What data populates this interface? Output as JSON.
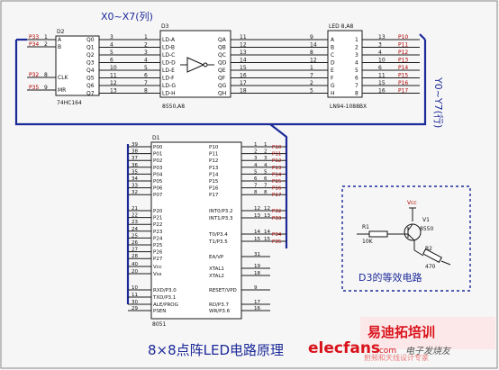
{
  "title": "8×8点阵LED电路原理",
  "top_label": "X0~X7(列)",
  "right_label": "Y0~Y7(行)",
  "equiv": {
    "caption": "D3的等效电路",
    "vcc": "Vcc",
    "r1": "R1",
    "r1_value": "10K",
    "r2": "R2",
    "r2_value": "470",
    "transistor": "V1",
    "transistor_type": "8550"
  },
  "d2": {
    "ref": "D2",
    "part": "74HC164",
    "left_pins": [
      "A",
      "B",
      "CLK",
      "MR"
    ],
    "right_pins": [
      "Q0",
      "Q1",
      "Q2",
      "Q3",
      "Q4",
      "Q5",
      "Q6",
      "Q7"
    ],
    "left_nets": [
      "P33",
      "P34",
      "P32",
      "P35"
    ],
    "left_nums": [
      "1",
      "2",
      "8",
      "9"
    ],
    "right_nums": [
      "3",
      "4",
      "5",
      "6",
      "10",
      "11",
      "12",
      "13"
    ]
  },
  "d3": {
    "ref": "D3",
    "part": "8550,A8",
    "left_pins": [
      "LD-A",
      "LD-B",
      "LD-C",
      "LD-D",
      "LD-E",
      "LD-F",
      "LD-G",
      "LD-H"
    ],
    "right_pins": [
      "QA",
      "QB",
      "QC",
      "QD",
      "QE",
      "QF",
      "QG",
      "QH"
    ],
    "in_nums": [
      "1",
      "2",
      "3",
      "4",
      "5",
      "6",
      "7",
      "8"
    ],
    "out_nums": [
      "11",
      "12",
      "13",
      "14",
      "15",
      "16",
      "17",
      "18"
    ]
  },
  "led": {
    "ref": "LED 8,A8",
    "part": "LN94-1088BX",
    "left_pins": [
      "A",
      "B",
      "C",
      "D",
      "E",
      "F",
      "G",
      "H"
    ],
    "in_nums": [
      "9",
      "14",
      "8",
      "12",
      "1",
      "7",
      "2",
      "5"
    ],
    "row_nums": [
      "1",
      "2",
      "3",
      "4",
      "5",
      "6",
      "7",
      "8"
    ],
    "right_nums": [
      "13",
      "3",
      "4",
      "10",
      "6",
      "11",
      "15",
      "16"
    ],
    "right_nets": [
      "P10",
      "P11",
      "P12",
      "P13",
      "P14",
      "P15",
      "P16",
      "P17"
    ]
  },
  "d1": {
    "ref": "D1",
    "part": "8051",
    "left_pins": [
      "P00",
      "P01",
      "P02",
      "P03",
      "P04",
      "P05",
      "P06",
      "P07",
      "P20",
      "P21",
      "P22",
      "P23",
      "P24",
      "P25",
      "P26",
      "P27",
      "Vcc",
      "Vss",
      "RXD/P3.0",
      "TXD/P3.1",
      "ALE/PROG",
      "PSEN"
    ],
    "left_nums": [
      "39",
      "38",
      "37",
      "36",
      "35",
      "34",
      "33",
      "32",
      "21",
      "22",
      "23",
      "24",
      "25",
      "26",
      "27",
      "28",
      "40",
      "20",
      "10",
      "11",
      "30",
      "29"
    ],
    "right_pins": [
      "P10",
      "P11",
      "P12",
      "P13",
      "P14",
      "P15",
      "P16",
      "P17",
      "INT0/P3.2",
      "INT1/P3.3",
      "T0/P3.4",
      "T1/P3.5",
      "EA/VP",
      "XTAL1",
      "XTAL2",
      "RESET/VPD",
      "RD/P3.7",
      "WR/P3.6"
    ],
    "right_nums": [
      "1",
      "2",
      "3",
      "4",
      "5",
      "6",
      "7",
      "8",
      "12",
      "13",
      "14",
      "15",
      "31",
      "19",
      "18",
      "9",
      "17",
      "16"
    ],
    "right_nets": [
      "P10",
      "P11",
      "P12",
      "P13",
      "P14",
      "P15",
      "P16",
      "P17",
      "P32",
      "P33",
      "P34",
      "P35",
      "",
      "",
      "",
      "",
      "",
      ""
    ],
    "right_net_nums": [
      "1",
      "2",
      "3",
      "4",
      "5",
      "6",
      "7",
      "8",
      "12",
      "13",
      "14",
      "15",
      "",
      "",
      "",
      "",
      "",
      ""
    ]
  },
  "watermark": {
    "brand": "elecfans",
    "suffix": ".com",
    "cn": "电子发烧友",
    "banner": "易迪拓培训",
    "banner_sub": "射频和天线设计专家"
  }
}
